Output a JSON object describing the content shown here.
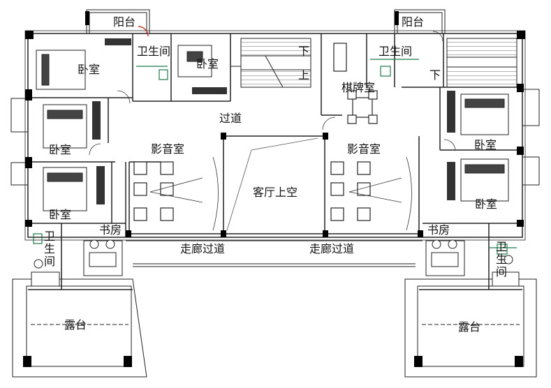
{
  "rooms": {
    "balcony": "阳台",
    "bathroom": "卫生间",
    "bedroom": "卧室",
    "chess_room": "棋牌室",
    "corridor": "过道",
    "av_room": "影音室",
    "living_void": "客厅上空",
    "study": "书房",
    "gallery": "走廊过道",
    "terrace": "露台",
    "bathroom_vertical": "卫生间"
  },
  "stairs": {
    "down": "下",
    "up": "上"
  },
  "colors": {
    "wall": "#000000",
    "line": "#555555",
    "fixture_green": "#1a7a4a",
    "door_red": "#c0392b"
  }
}
